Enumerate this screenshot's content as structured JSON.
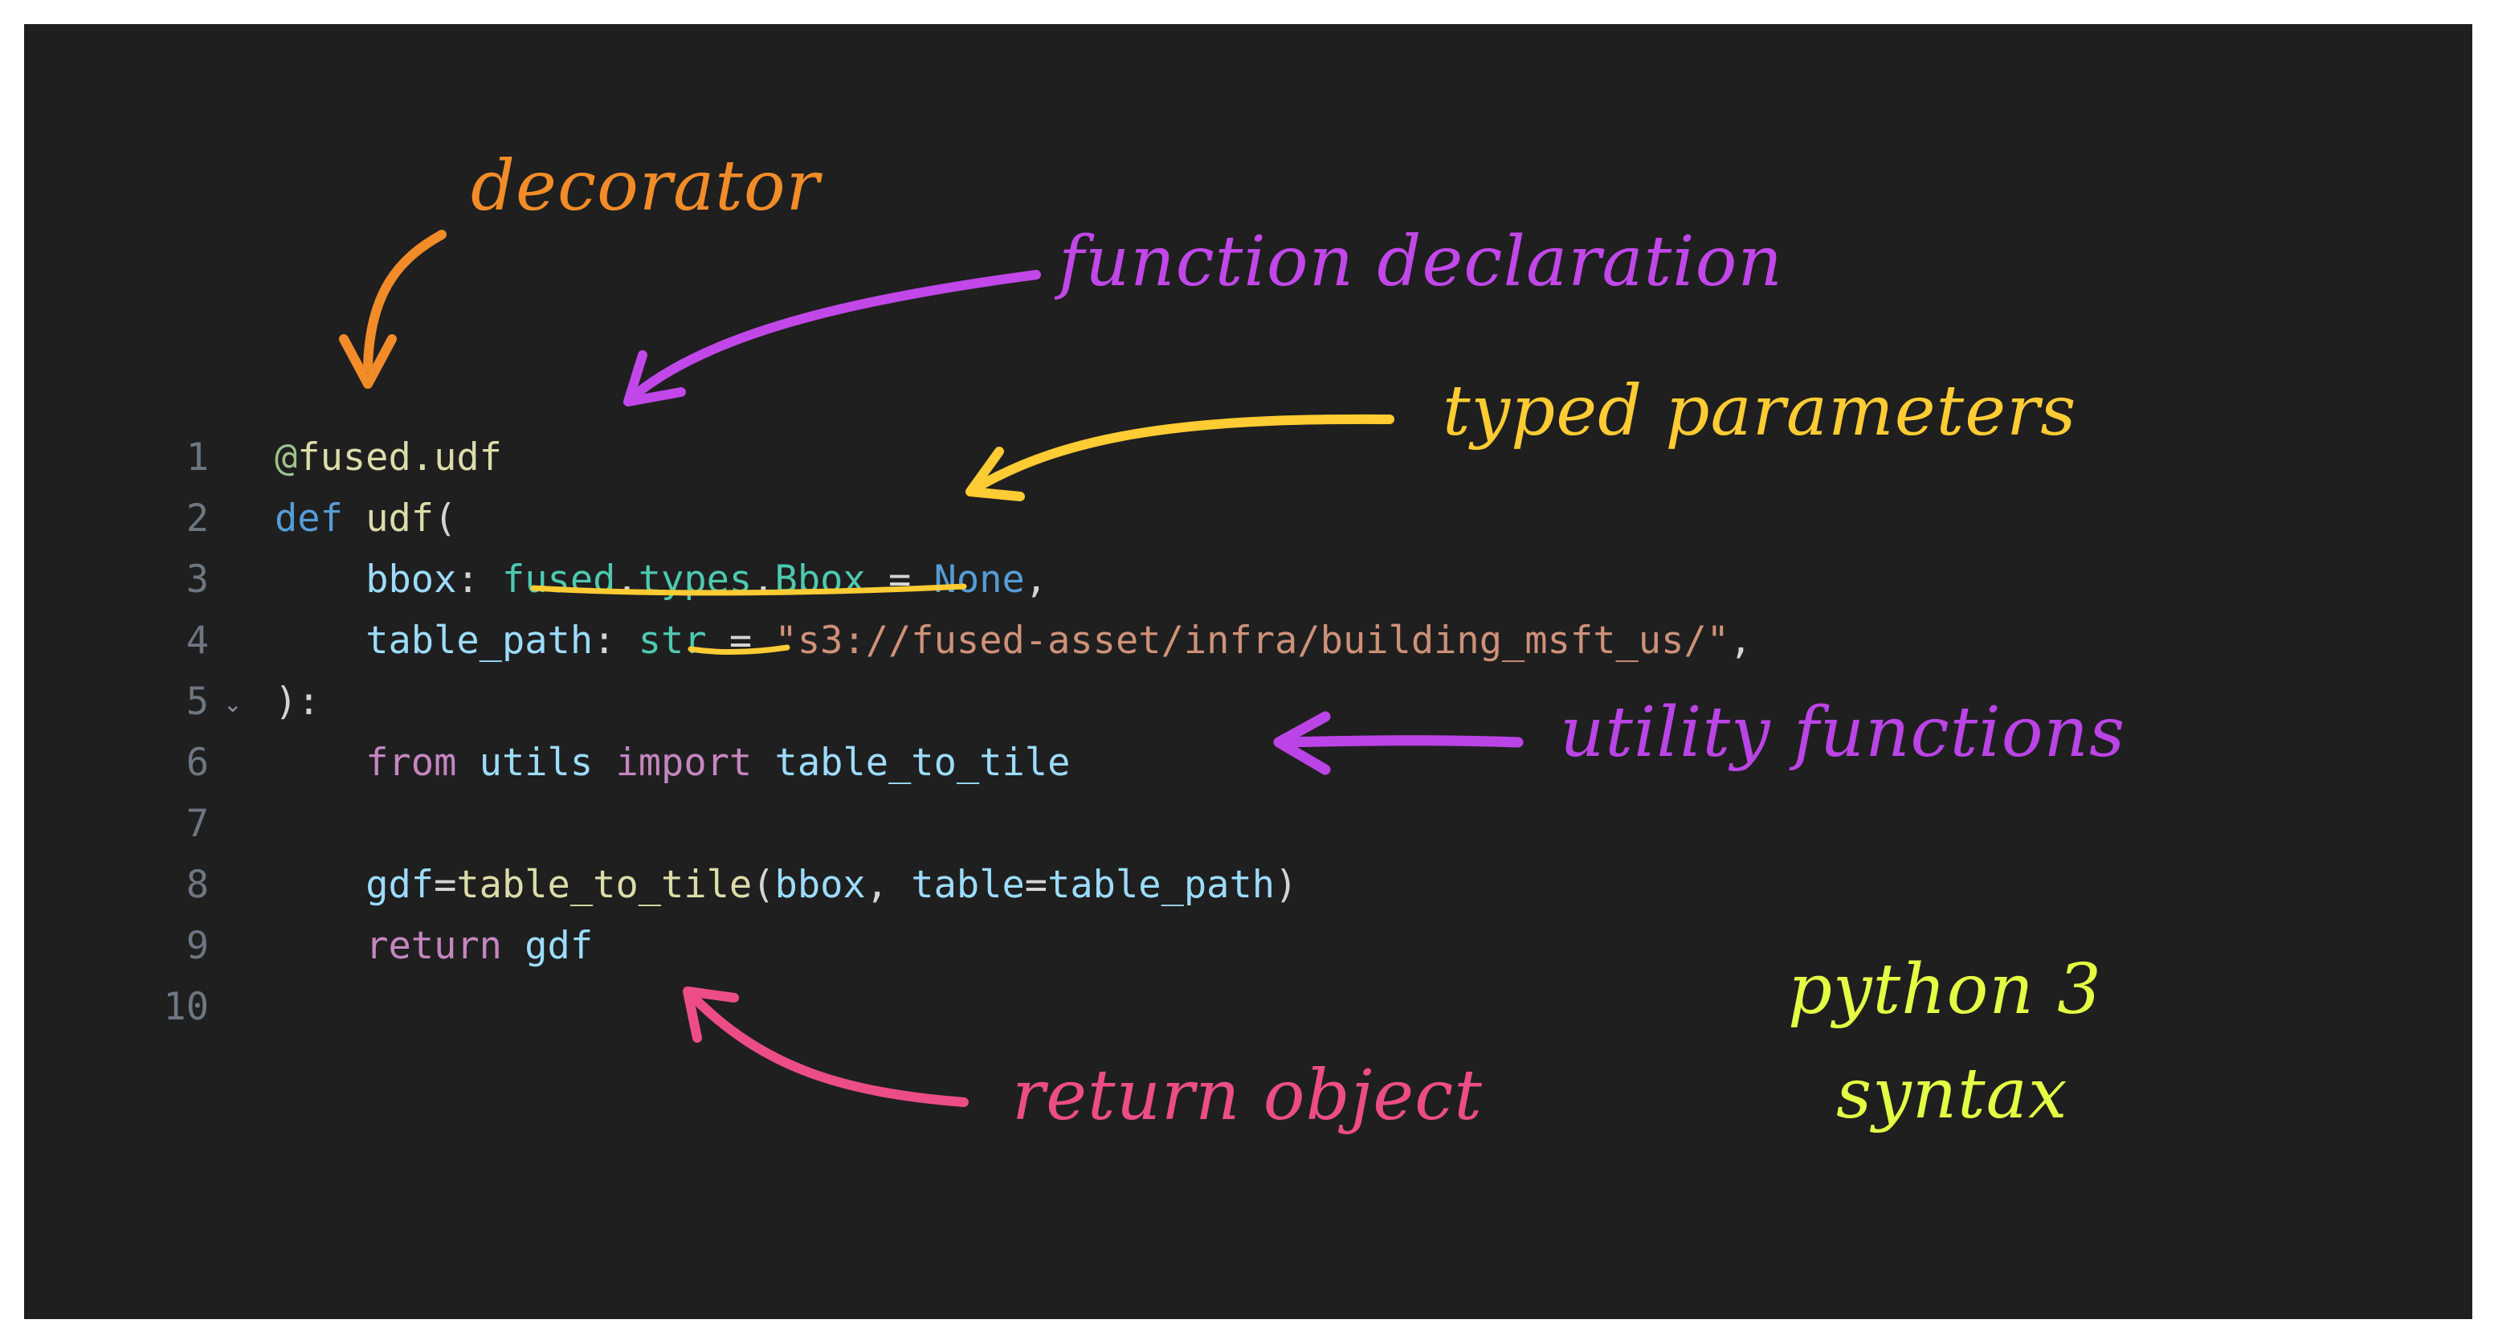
{
  "colors": {
    "background": "#1f1f1f",
    "decorator": "#f28c28",
    "function_declaration": "#c147e9",
    "typed_parameters": "#ffcc33",
    "utility_functions": "#bb44e6",
    "return_object": "#ec4d86",
    "python_syntax": "#e4ff44"
  },
  "editor": {
    "line_numbers": [
      "1",
      "2",
      "3",
      "4",
      "5",
      "6",
      "7",
      "8",
      "9",
      "10"
    ],
    "fold_icon": "chevron-down-icon",
    "lines": [
      {
        "number": "1",
        "tokens": [
          {
            "t": "@",
            "c": "dec"
          },
          {
            "t": "fused.udf",
            "c": "decn"
          }
        ]
      },
      {
        "number": "2",
        "tokens": [
          {
            "t": "def ",
            "c": "kw"
          },
          {
            "t": "udf",
            "c": "fn"
          },
          {
            "t": "(",
            "c": "op"
          }
        ]
      },
      {
        "number": "3",
        "tokens": [
          {
            "t": "    ",
            "c": "op"
          },
          {
            "t": "bbox",
            "c": "var"
          },
          {
            "t": ": ",
            "c": "op"
          },
          {
            "t": "fused",
            "c": "type"
          },
          {
            "t": ".",
            "c": "op"
          },
          {
            "t": "types",
            "c": "type"
          },
          {
            "t": ".",
            "c": "op"
          },
          {
            "t": "Bbox",
            "c": "type"
          },
          {
            "t": " = ",
            "c": "op"
          },
          {
            "t": "None",
            "c": "kw"
          },
          {
            "t": ",",
            "c": "op"
          }
        ]
      },
      {
        "number": "4",
        "tokens": [
          {
            "t": "    ",
            "c": "op"
          },
          {
            "t": "table_path",
            "c": "var"
          },
          {
            "t": ": ",
            "c": "op"
          },
          {
            "t": "str",
            "c": "type"
          },
          {
            "t": " = ",
            "c": "op"
          },
          {
            "t": "\"s3://fused-asset/infra/building_msft_us/\"",
            "c": "str"
          },
          {
            "t": ",",
            "c": "op"
          }
        ]
      },
      {
        "number": "5",
        "tokens": [
          {
            "t": "):",
            "c": "op"
          }
        ]
      },
      {
        "number": "6",
        "tokens": [
          {
            "t": "    ",
            "c": "op"
          },
          {
            "t": "from ",
            "c": "ctrl"
          },
          {
            "t": "utils ",
            "c": "var"
          },
          {
            "t": "import ",
            "c": "ctrl"
          },
          {
            "t": "table_to_tile",
            "c": "var"
          }
        ]
      },
      {
        "number": "7",
        "tokens": []
      },
      {
        "number": "8",
        "tokens": [
          {
            "t": "    ",
            "c": "op"
          },
          {
            "t": "gdf",
            "c": "var"
          },
          {
            "t": "=",
            "c": "op"
          },
          {
            "t": "table_to_tile",
            "c": "fn"
          },
          {
            "t": "(",
            "c": "op"
          },
          {
            "t": "bbox",
            "c": "var"
          },
          {
            "t": ", ",
            "c": "op"
          },
          {
            "t": "table",
            "c": "var"
          },
          {
            "t": "=",
            "c": "op"
          },
          {
            "t": "table_path",
            "c": "var"
          },
          {
            "t": ")",
            "c": "op"
          }
        ]
      },
      {
        "number": "9",
        "tokens": [
          {
            "t": "    ",
            "c": "op"
          },
          {
            "t": "return ",
            "c": "ctrl"
          },
          {
            "t": "gdf",
            "c": "var"
          }
        ]
      },
      {
        "number": "10",
        "tokens": []
      }
    ]
  },
  "annotations": {
    "decorator": "decorator",
    "function_declaration": "function declaration",
    "typed_parameters": "typed parameters",
    "utility_functions": "utility functions",
    "return_object": "return object",
    "python_line1": "python 3",
    "python_line2": "syntax"
  }
}
